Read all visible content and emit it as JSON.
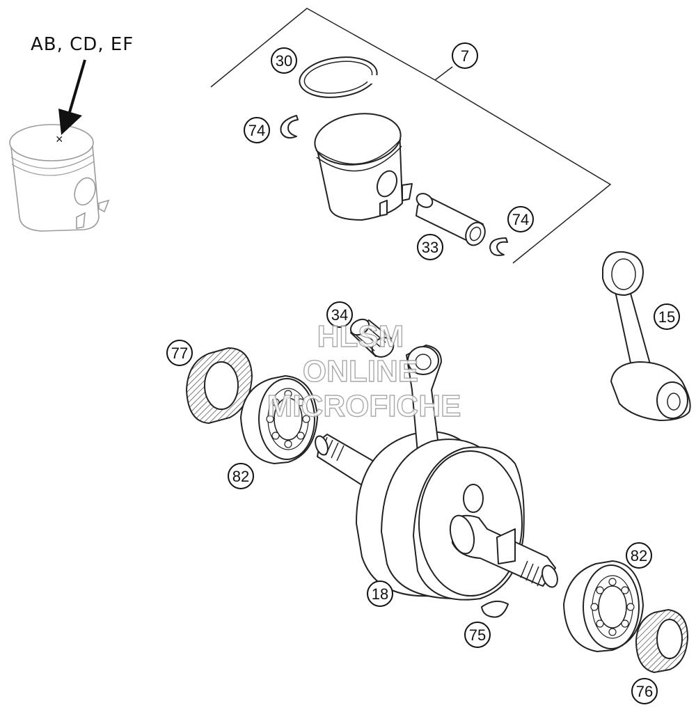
{
  "diagram": {
    "note_label": "AB, CD, EF",
    "mark": "×",
    "callouts": {
      "c30": "30",
      "c7": "7",
      "c74a": "74",
      "c74b": "74",
      "c33": "33",
      "c15": "15",
      "c34": "34",
      "c77": "77",
      "c82a": "82",
      "c82b": "82",
      "c18": "18",
      "c75": "75",
      "c76": "76"
    },
    "watermark": {
      "line1": "HLSM",
      "line2": "ONLINE",
      "line3": "MICROFICHE"
    }
  }
}
